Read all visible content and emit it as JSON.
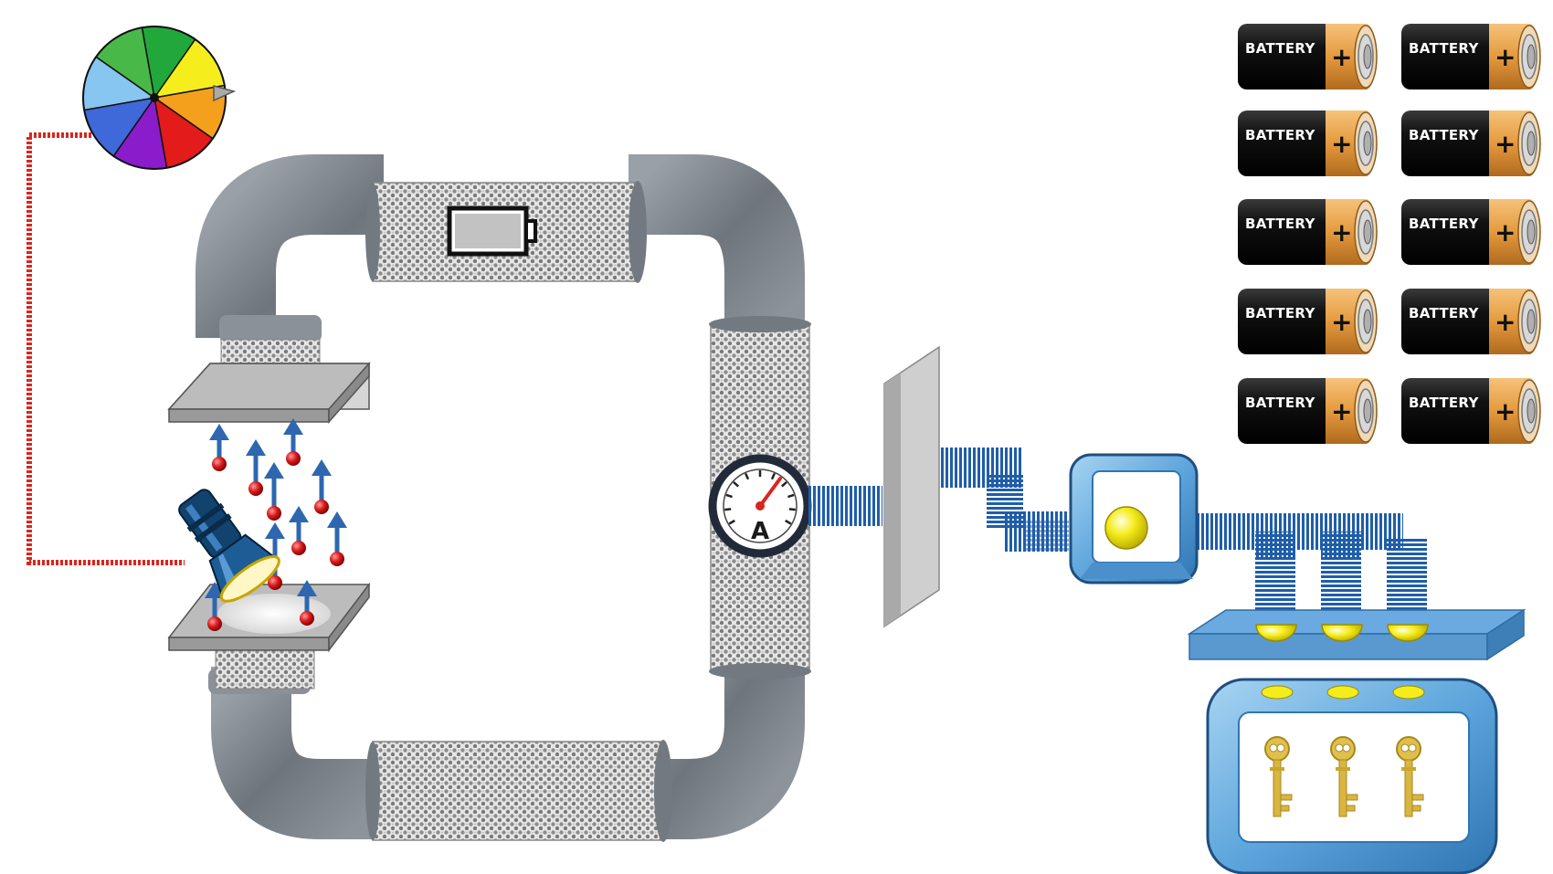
{
  "ammeter": {
    "letter": "A"
  },
  "batteries": [
    {
      "label": "BATTERY"
    },
    {
      "label": "BATTERY"
    },
    {
      "label": "BATTERY"
    },
    {
      "label": "BATTERY"
    },
    {
      "label": "BATTERY"
    },
    {
      "label": "BATTERY"
    },
    {
      "label": "BATTERY"
    },
    {
      "label": "BATTERY"
    },
    {
      "label": "BATTERY"
    },
    {
      "label": "BATTERY"
    }
  ],
  "colors": {
    "pipe": "#7b8189",
    "flow": "#1f5ea8",
    "frame": "#5aa7df",
    "battery_body": "#111111",
    "battery_cap": "#e7a24e",
    "wire": "#d9261c",
    "ball": "#f2ea1c",
    "key": "#d9b640"
  },
  "color_wheel": [
    "#22a83a",
    "#f5ee1c",
    "#f5a01c",
    "#e31b1b",
    "#8a1ccc",
    "#3f68d8",
    "#86c6f0",
    "#48b848"
  ],
  "icons": [
    "color-wheel-icon",
    "flashlight-icon",
    "battery-low-icon",
    "ammeter-icon",
    "key-icon"
  ]
}
